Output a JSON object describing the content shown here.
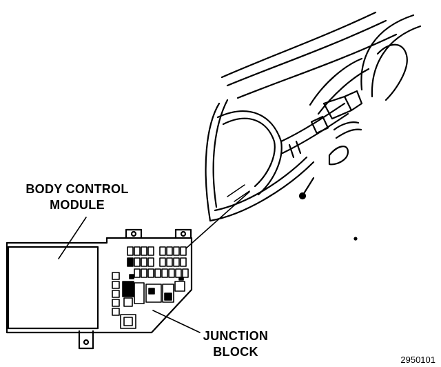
{
  "labels": {
    "bcm_line1": "BODY CONTROL",
    "bcm_line2": "MODULE",
    "jb_line1": "JUNCTION",
    "jb_line2": "BLOCK"
  },
  "figure_number": "2950101"
}
